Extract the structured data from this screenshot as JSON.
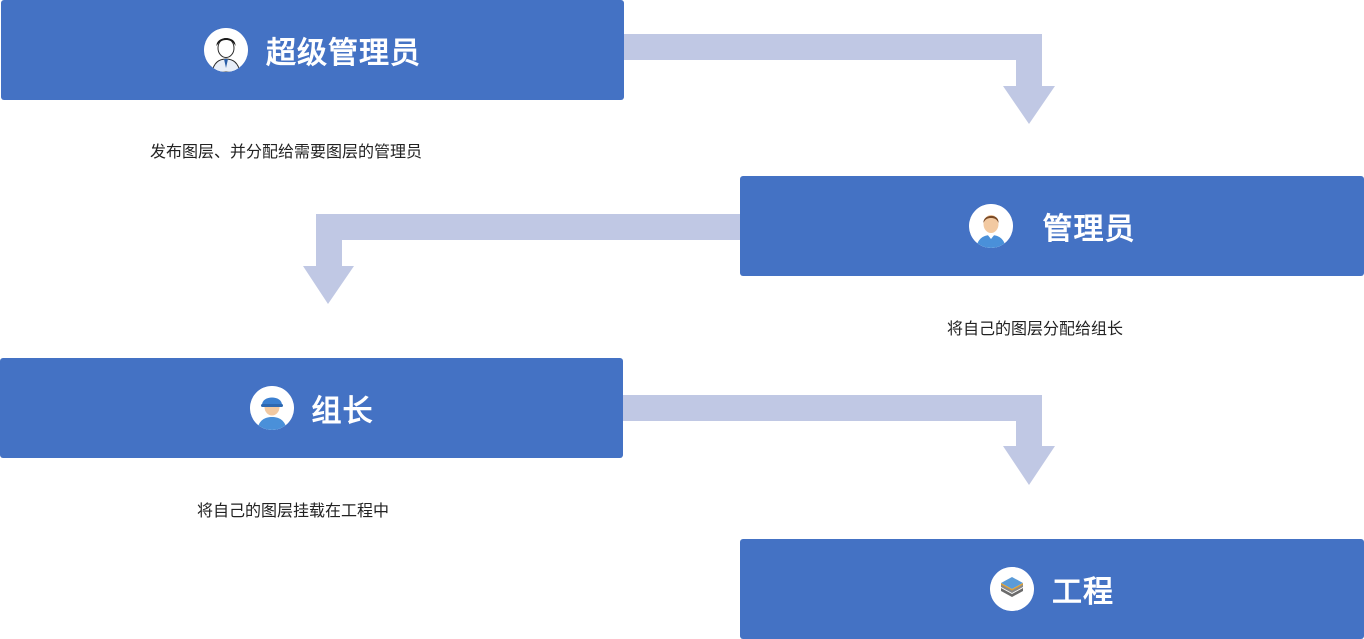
{
  "colors": {
    "box": "#4472c4",
    "arrow": "#c0c8e4",
    "text": "#222222"
  },
  "nodes": [
    {
      "id": "super-admin",
      "title": "超级管理员",
      "icon": "admin-avatar-icon",
      "description": "发布图层、并分配给需要图层的管理员"
    },
    {
      "id": "admin",
      "title": "管理员",
      "icon": "user-avatar-icon",
      "description": "将自己的图层分配给组长"
    },
    {
      "id": "team-lead",
      "title": "组长",
      "icon": "worker-avatar-icon",
      "description": "将自己的图层挂载在工程中"
    },
    {
      "id": "project",
      "title": "工程",
      "icon": "layers-icon"
    }
  ]
}
